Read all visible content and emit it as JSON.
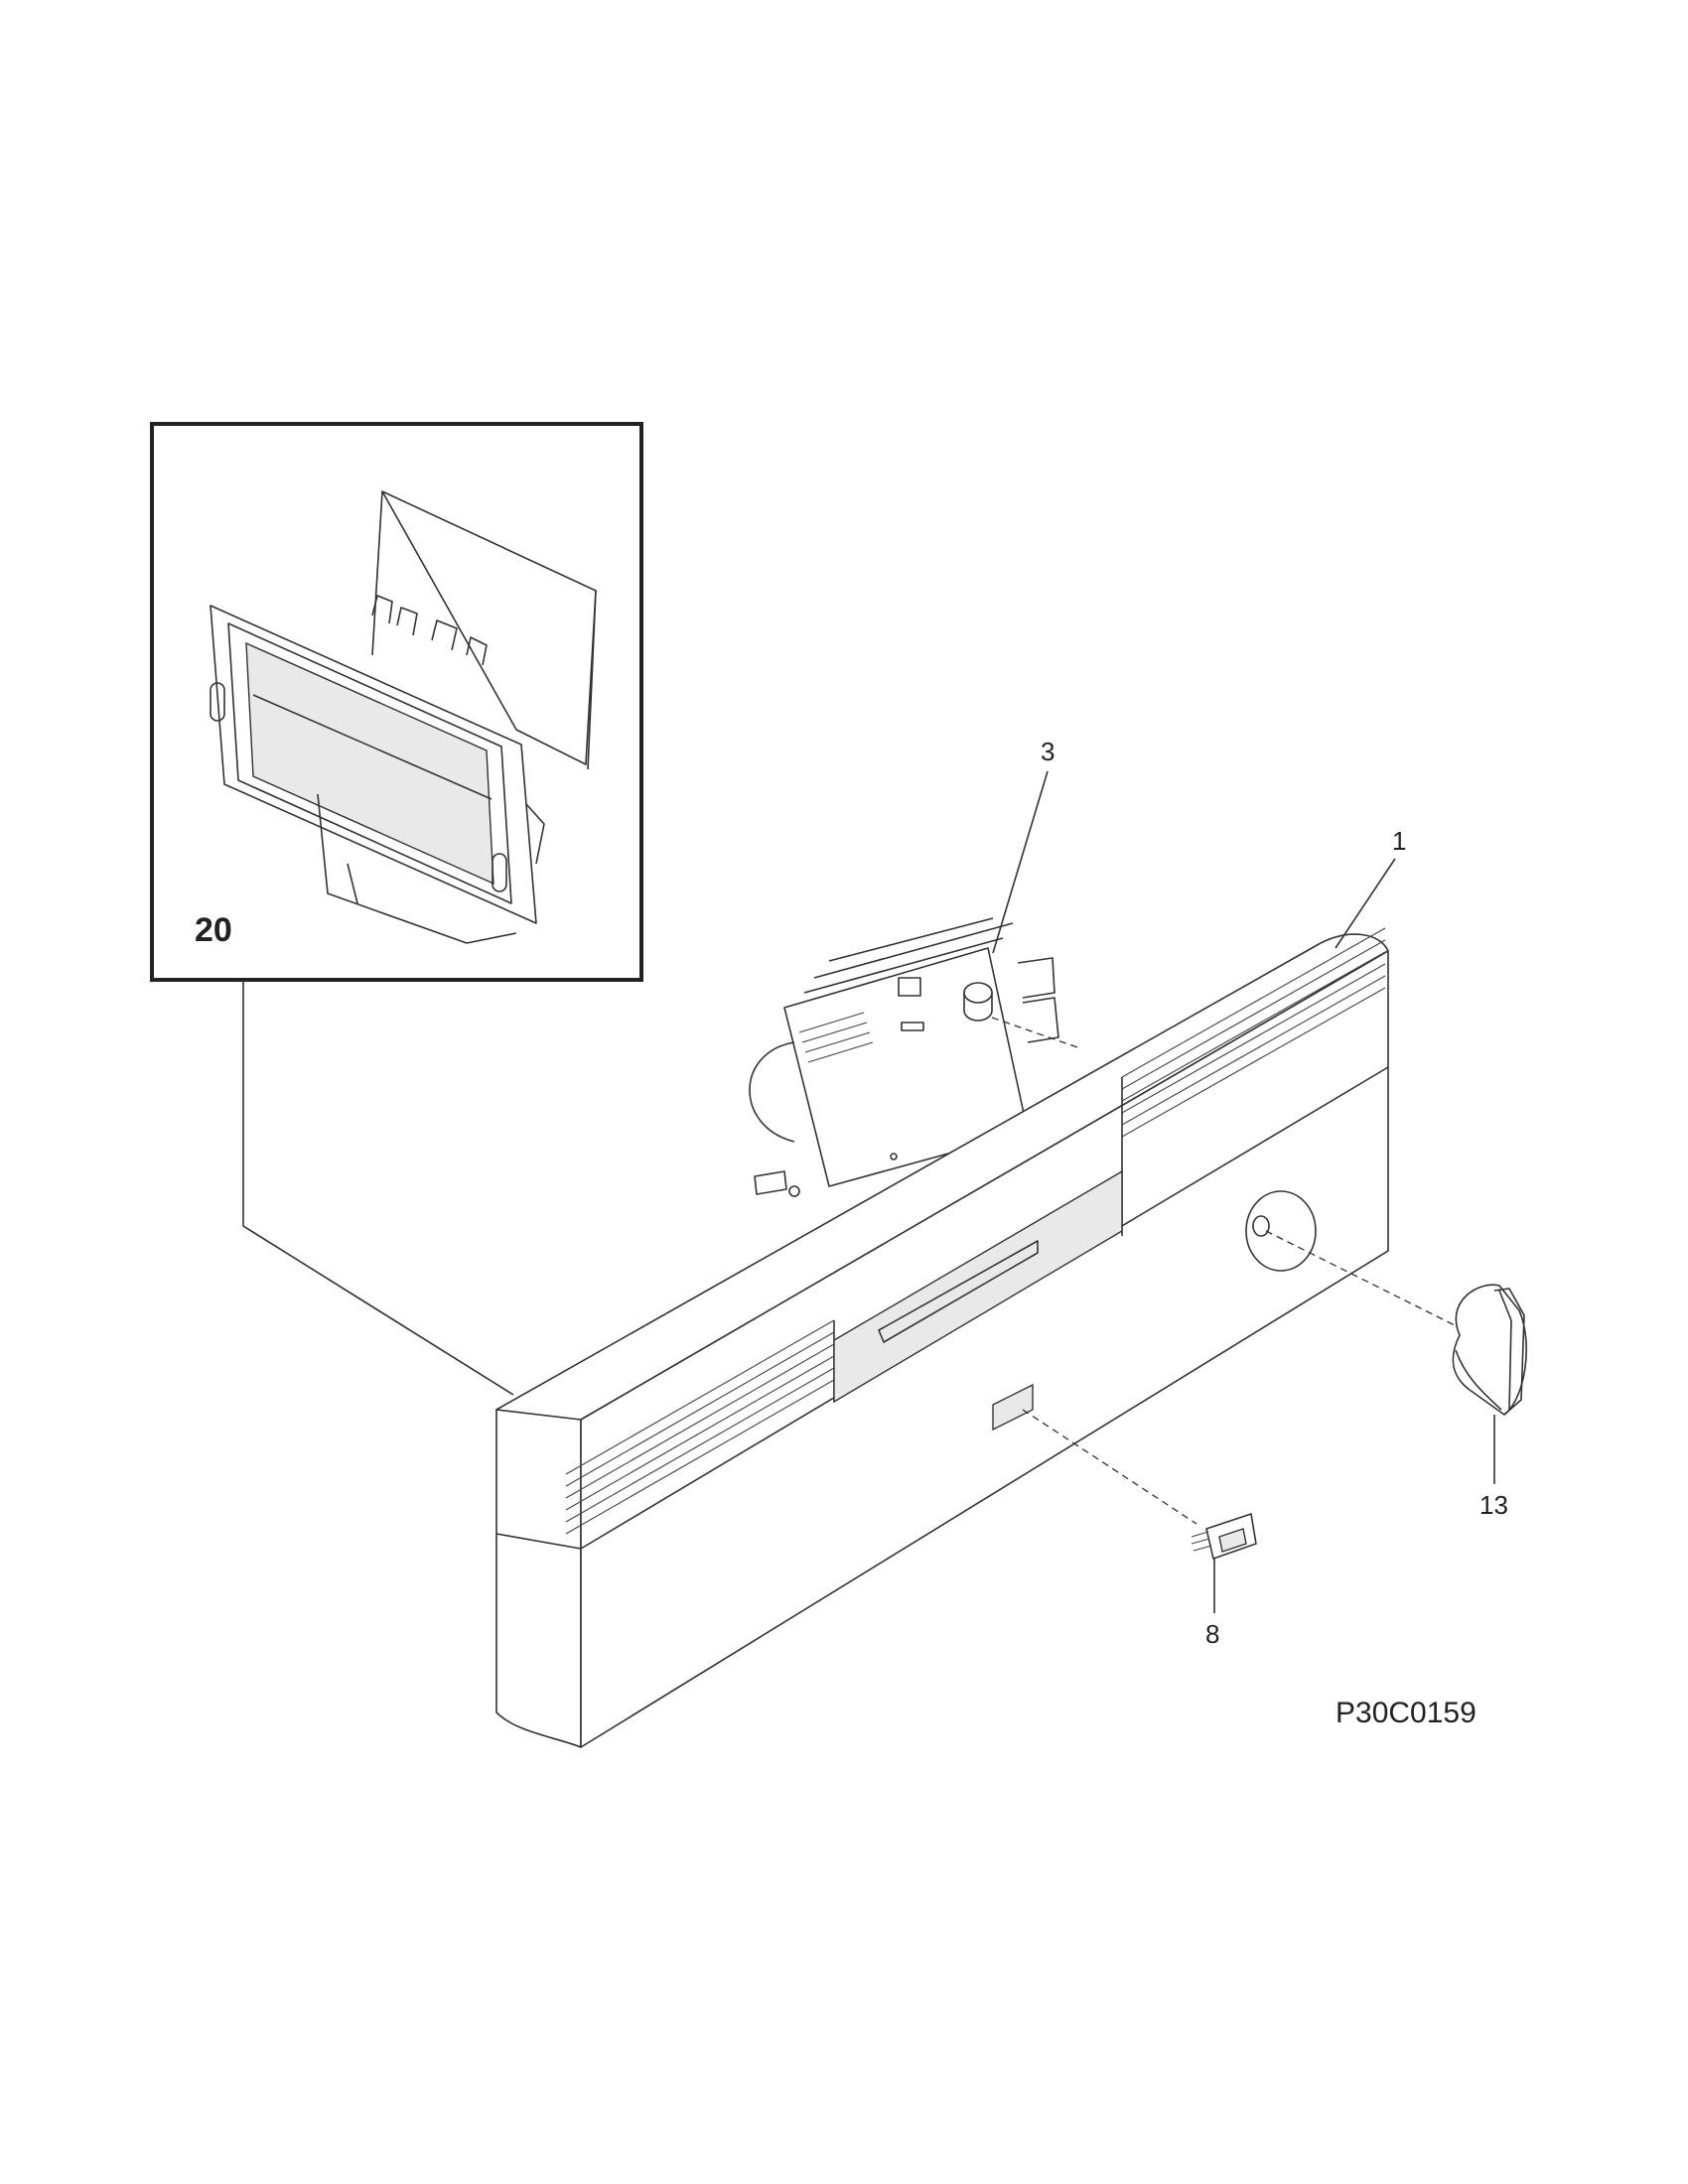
{
  "diagram": {
    "drawing_code": "P30C0159",
    "callouts": [
      {
        "id": "inset",
        "label": "20"
      },
      {
        "id": "timer",
        "label": "3"
      },
      {
        "id": "panel",
        "label": "1"
      },
      {
        "id": "knob",
        "label": "13"
      },
      {
        "id": "switch",
        "label": "8"
      }
    ]
  }
}
